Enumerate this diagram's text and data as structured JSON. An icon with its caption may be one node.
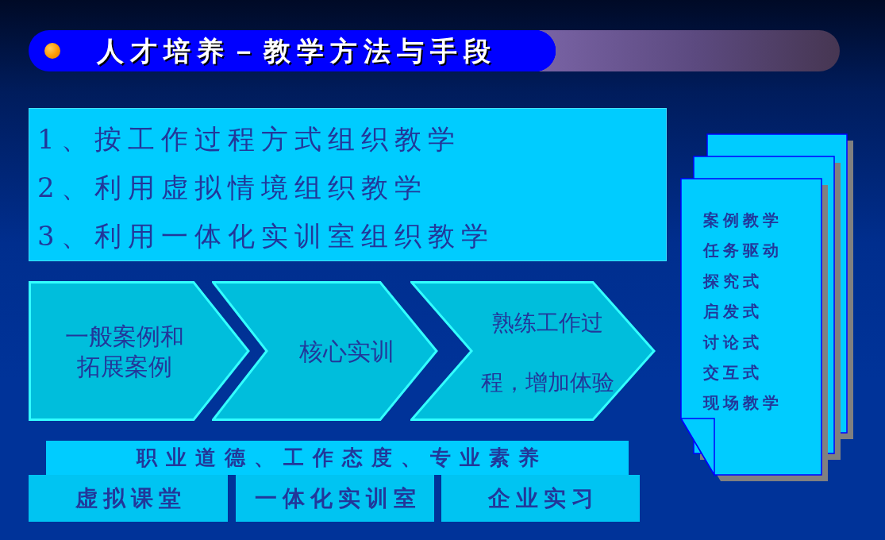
{
  "diagram": {
    "title": "人才培养－教学方法与手段",
    "nodes": [
      {
        "text": [
          "1、按工作过程方式组织教学",
          "2、利用虚拟情境组织教学",
          "3、利用一体化实训室组织教学"
        ]
      },
      {
        "text": [
          "一般案例和拓展案例"
        ]
      },
      {
        "text": [
          "核心实训"
        ]
      },
      {
        "text": [
          "熟练工作过程，增加体验"
        ]
      },
      {
        "text": [
          "职业道德、工作态度、专业素养"
        ]
      },
      {
        "text": [
          "虚拟课堂"
        ]
      },
      {
        "text": [
          "一体化实训室"
        ]
      },
      {
        "text": [
          "企业实习"
        ]
      },
      {
        "text": [
          "案例教学",
          "任务驱动",
          "探究式",
          "启发式",
          "讨论式",
          "交互式",
          "现场教学"
        ]
      }
    ]
  }
}
